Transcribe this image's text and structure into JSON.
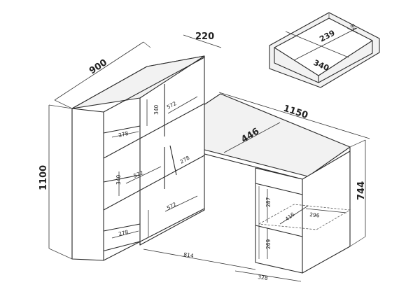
{
  "dimensions": {
    "shelf_width": "900",
    "shelf_depth": "220",
    "total_height": "1100",
    "desk_length": "1150",
    "desk_depth": "446",
    "desk_height": "744",
    "cabinet_width": "328",
    "desk_span": "814",
    "drawer_width": "340",
    "drawer_depth": "239",
    "drawer_height": "84",
    "compartment_width_top": "572",
    "compartment_width_mid": "572",
    "compartment_width_low": "572",
    "compartment_height_top": "340",
    "compartment_height_mid": "340",
    "side_cell_top": "278",
    "side_cell_bottom": "278",
    "slanted_cell": "278",
    "cabinet_upper": "287",
    "cabinet_lower": "269",
    "cabinet_shelf_depth": "416",
    "cabinet_shelf_width": "296"
  },
  "colors": {
    "line": "#2a2a2a",
    "shade": "#f2f2f2",
    "background": "#ffffff"
  }
}
